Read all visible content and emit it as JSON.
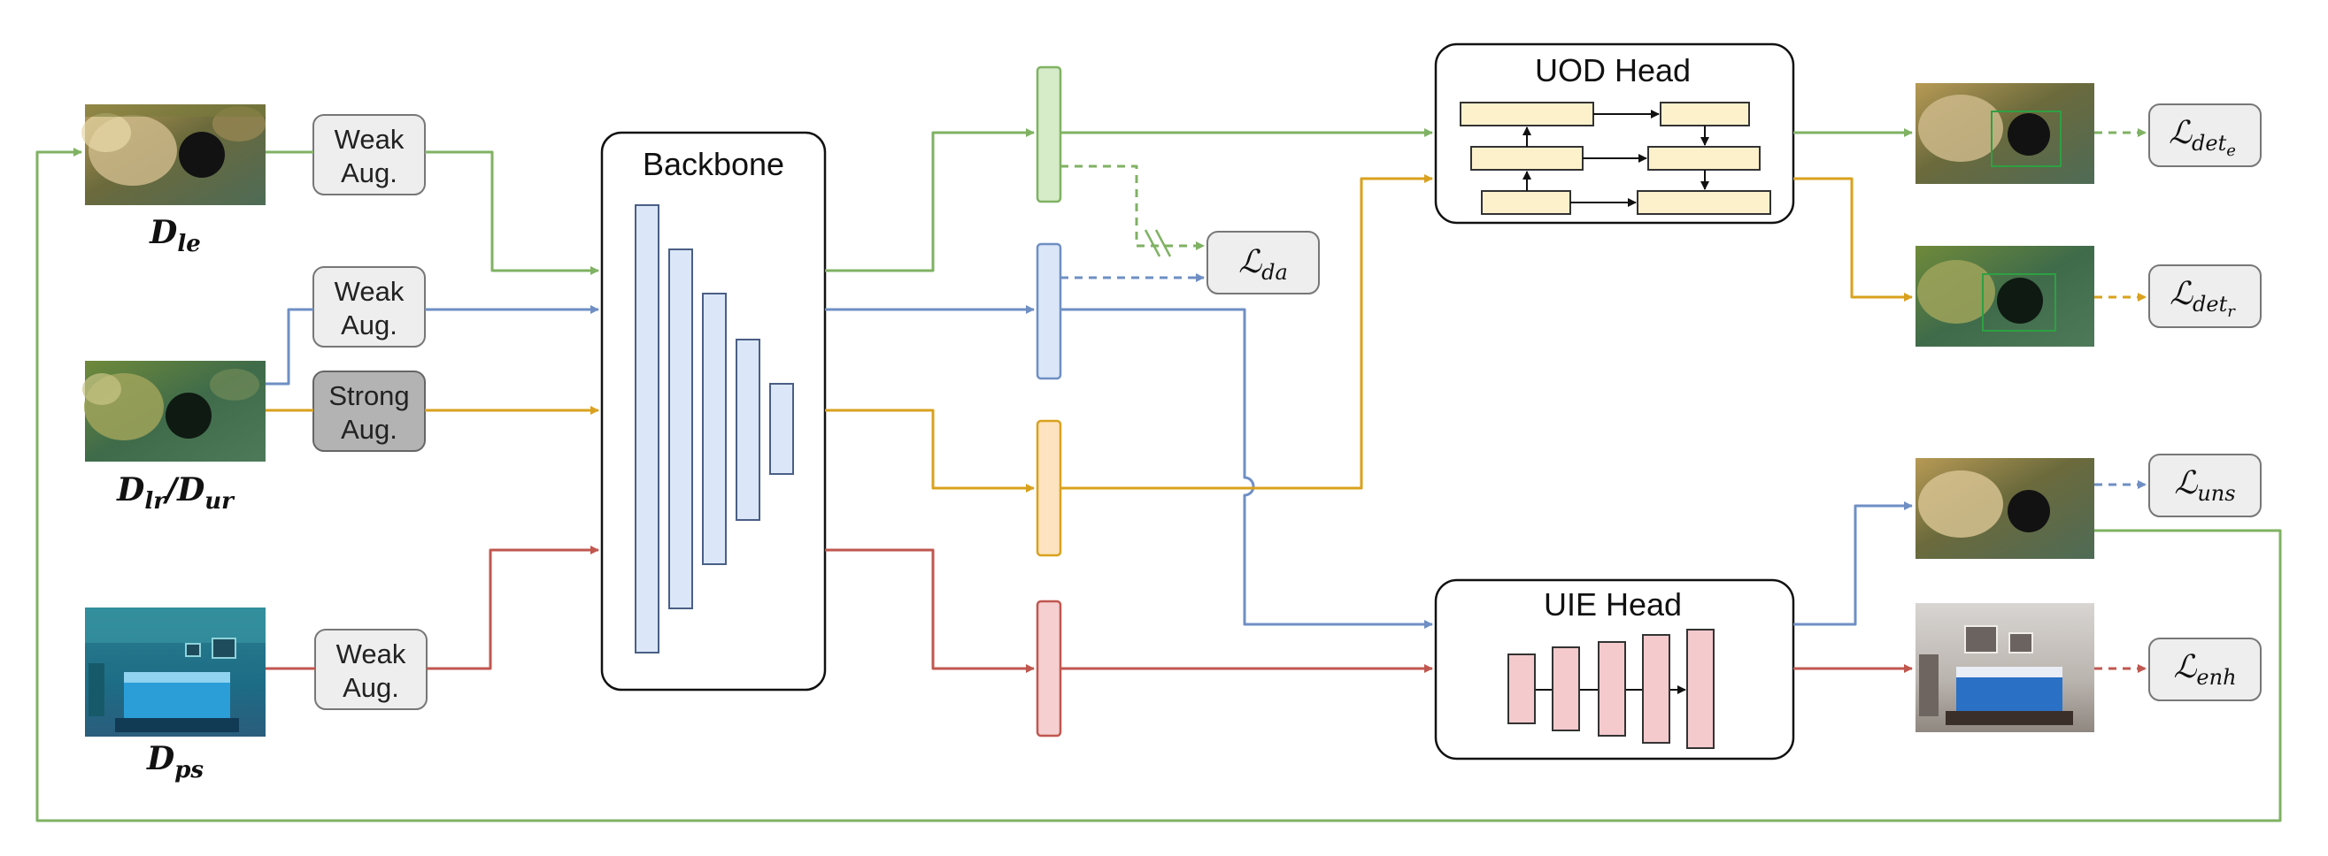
{
  "colors": {
    "green": "#7fb263",
    "blue": "#6f8fc4",
    "orange": "#d9a11d",
    "red": "#c0574f",
    "backbone_fill": "#dbe7f8",
    "backbone_stroke": "#4a5f86",
    "head_block_fill": "#fdf1cc",
    "uie_block_fill": "#f4cacd",
    "aug_fill": "#eeeeee",
    "strong_aug_fill": "#b3b3b3",
    "loss_fill": "#eeeeee"
  },
  "datasets": {
    "le": {
      "label": "D",
      "sub": "le"
    },
    "lr_ur": {
      "label": "D",
      "sub_a": "lr",
      "slash": "/",
      "label_b": "D",
      "sub_b": "ur"
    },
    "ps": {
      "label": "D",
      "sub": "ps"
    }
  },
  "augmentations": {
    "weak_1": [
      "Weak",
      "Aug."
    ],
    "weak_2": [
      "Weak",
      "Aug."
    ],
    "strong": [
      "Strong",
      "Aug."
    ],
    "weak_3": [
      "Weak",
      "Aug."
    ]
  },
  "backbone": {
    "title": "Backbone"
  },
  "uod_head": {
    "title": "UOD Head"
  },
  "uie_head": {
    "title": "UIE Head"
  },
  "losses": {
    "da": {
      "symbol": "ℒ",
      "sub": "da"
    },
    "det_e": {
      "symbol": "ℒ",
      "sub": "det",
      "subsub": "e"
    },
    "det_r": {
      "symbol": "ℒ",
      "sub": "det",
      "subsub": "r"
    },
    "uns": {
      "symbol": "ℒ",
      "sub": "uns"
    },
    "enh": {
      "symbol": "ℒ",
      "sub": "enh"
    }
  }
}
